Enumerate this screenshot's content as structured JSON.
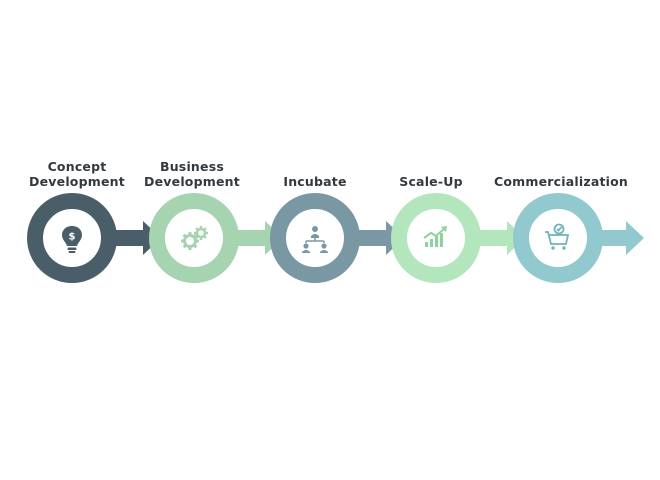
{
  "stages": [
    {
      "label_line1": "Concept",
      "label_line2": "Development",
      "icon": "lightbulb-dollar-icon",
      "color": "#4a5e6a"
    },
    {
      "label_line1": "Business",
      "label_line2": "Development",
      "icon": "gears-icon",
      "color": "#a6d3b0"
    },
    {
      "label_line1": "",
      "label_line2": "Incubate",
      "icon": "org-chart-icon",
      "color": "#7a98a4"
    },
    {
      "label_line1": "",
      "label_line2": "Scale-Up",
      "icon": "growth-chart-icon",
      "color": "#b3e6bd"
    },
    {
      "label_line1": "",
      "label_line2": "Commercialization",
      "icon": "shopping-cart-icon",
      "color": "#92c9cf"
    }
  ]
}
